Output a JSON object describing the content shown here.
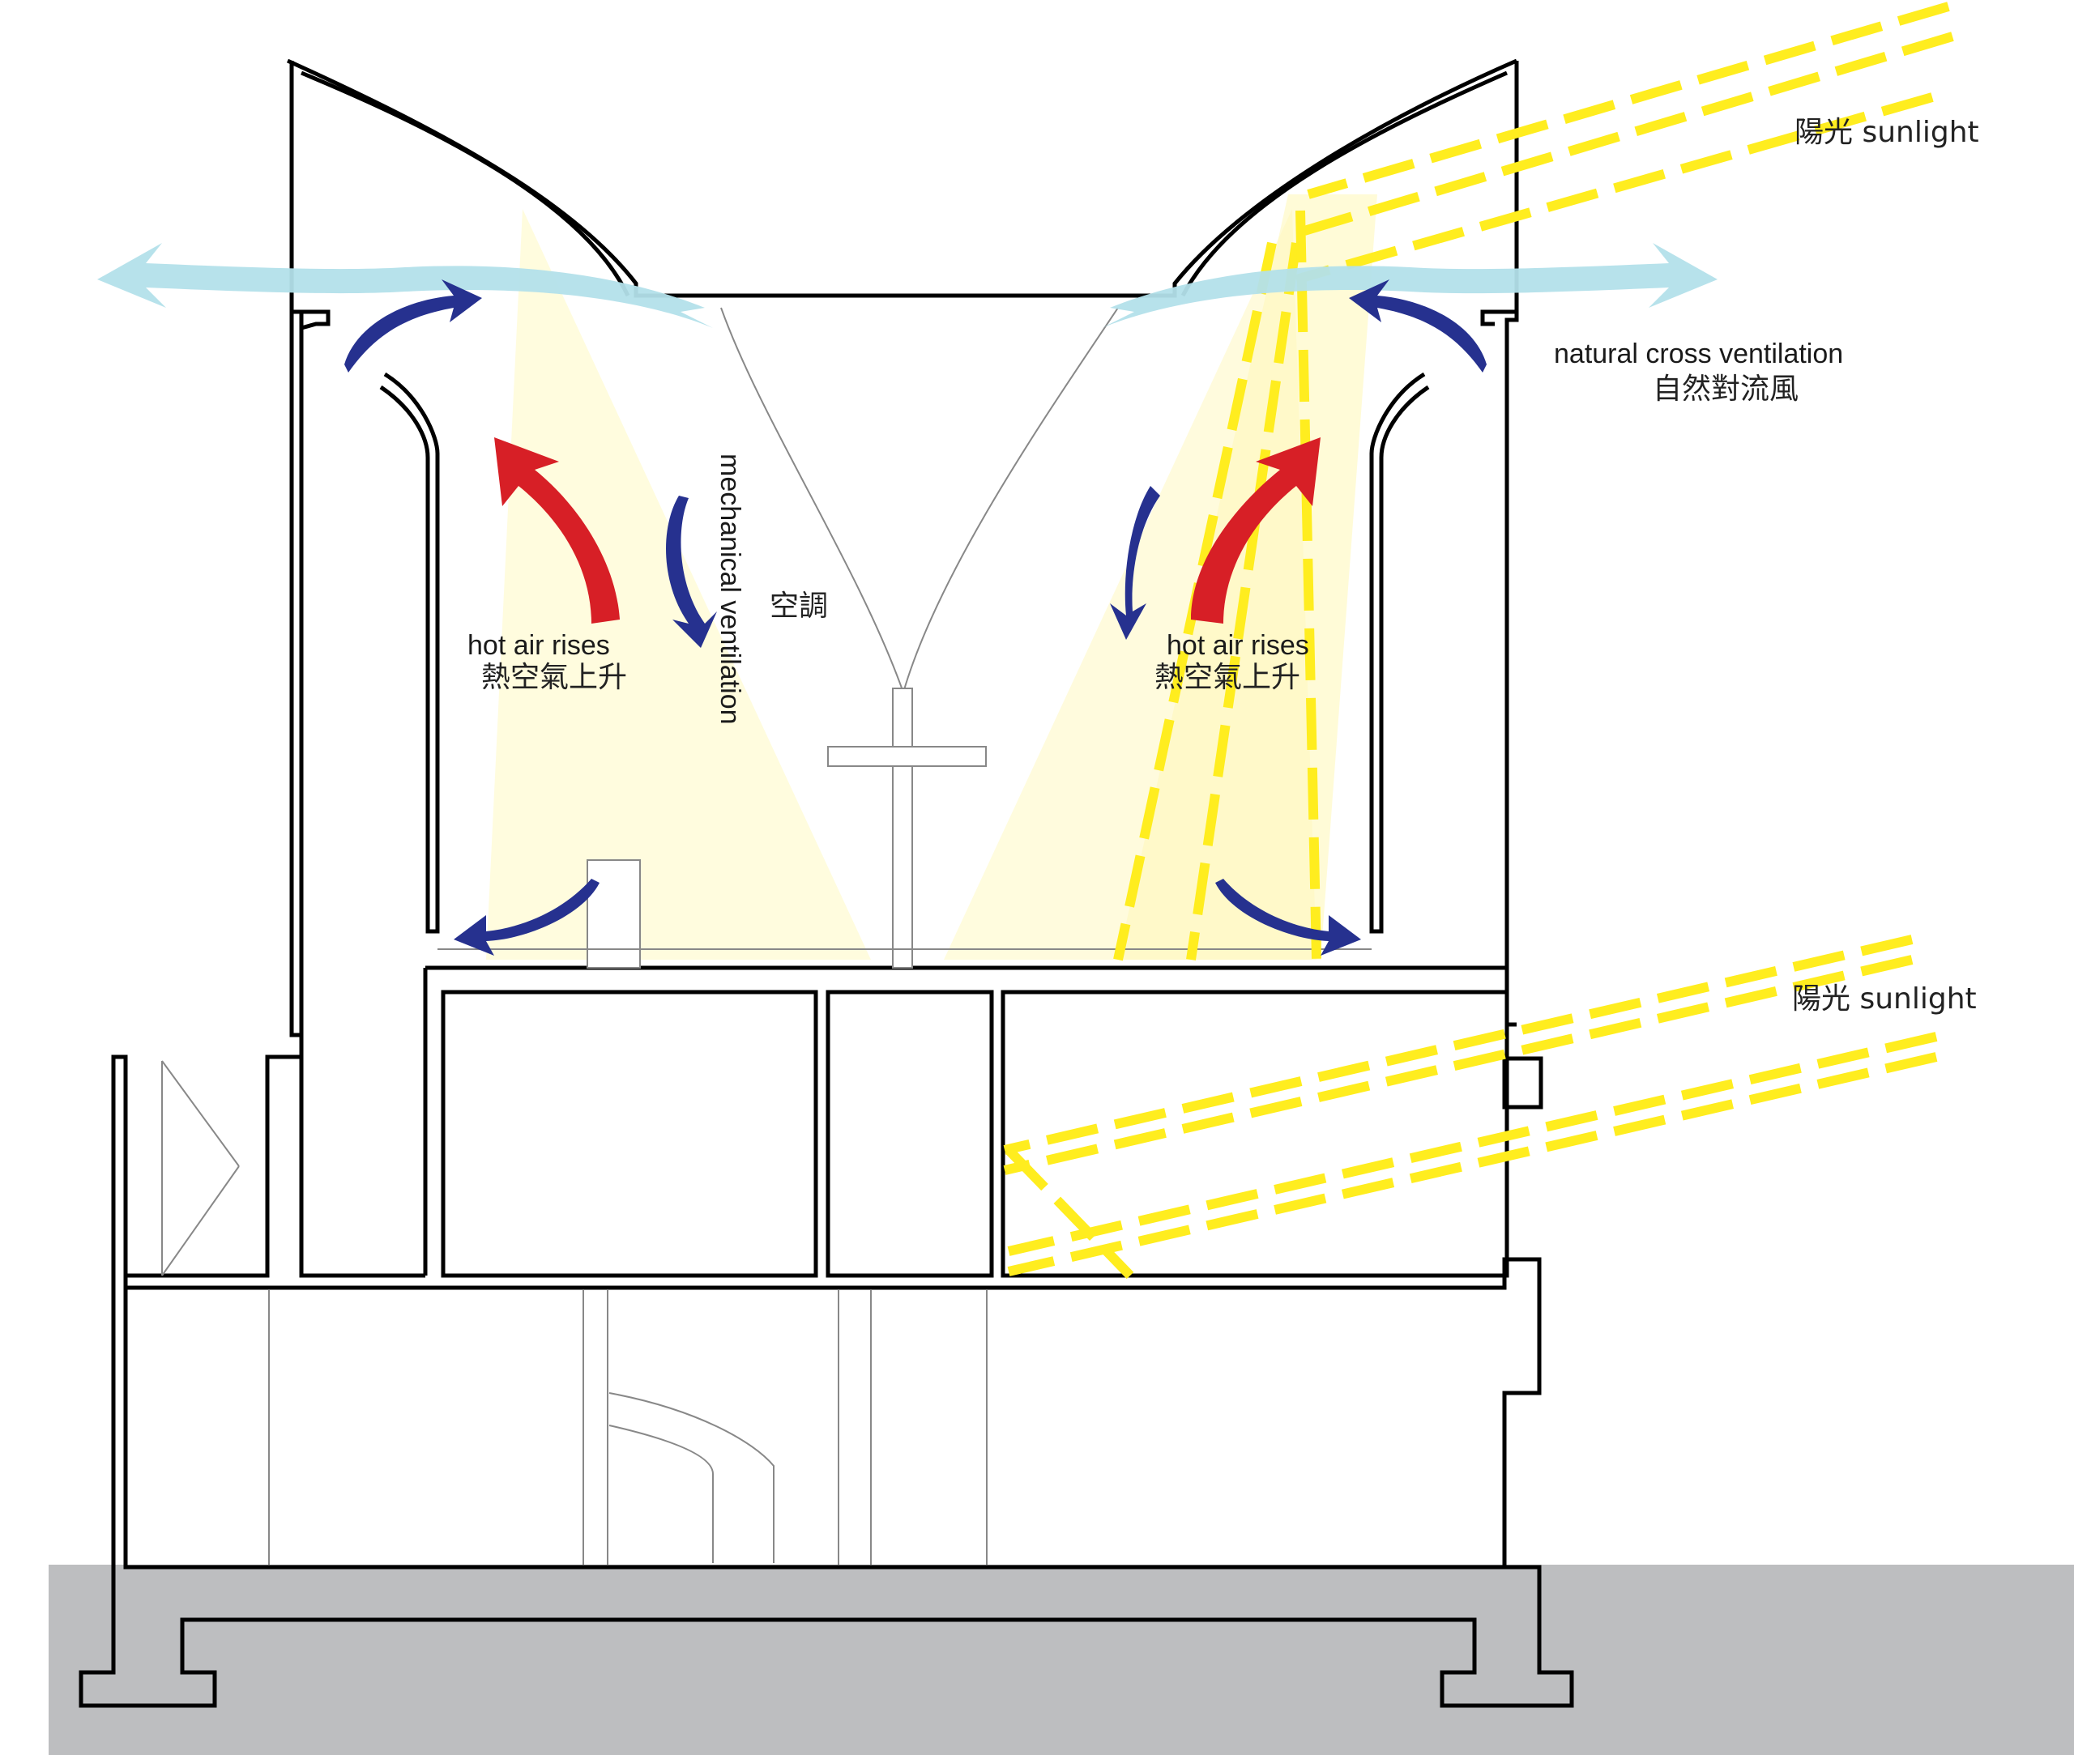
{
  "labels": {
    "sunlight_top": "陽光 sunlight",
    "sunlight_mid": "陽光 sunlight",
    "cross_vent_en": "natural cross ventilation",
    "cross_vent_zh": "自然對流風",
    "hot_air_left_en": "hot air rises",
    "hot_air_left_zh": "熱空氣上升",
    "hot_air_right_en": "hot air rises",
    "hot_air_right_zh": "熱空氣上升",
    "mech_vent_en": "mechanical ventilation",
    "mech_vent_zh": "空調"
  },
  "colors": {
    "ground": "#bdbec0",
    "sunlight": "#ffed1f",
    "light_cone": "#fffbd8",
    "hot_air_arrow": "#d71f26",
    "mechanical_arrow": "#26318f",
    "cross_vent_arrow": "#b3e0ea",
    "outline": "#000000"
  }
}
